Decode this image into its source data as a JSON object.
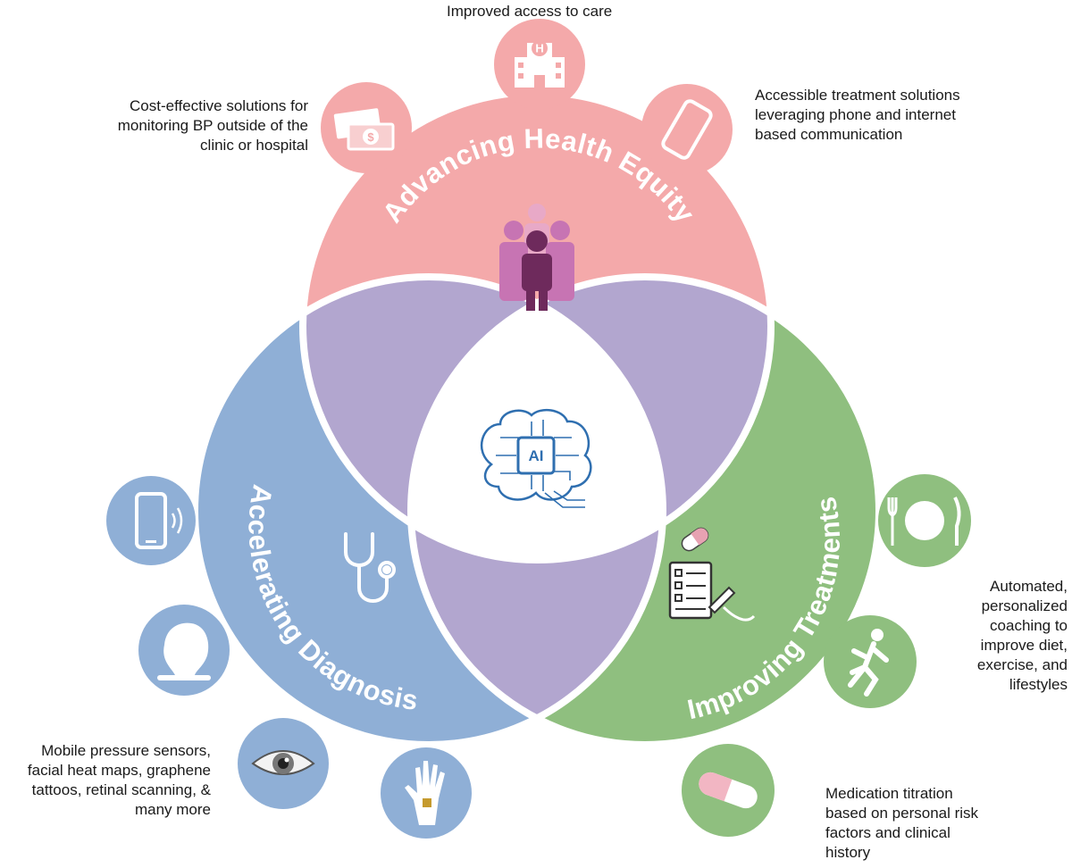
{
  "diagram": {
    "center": {
      "label": "AI",
      "icon": "ai-brain-icon"
    },
    "sections": [
      {
        "id": "equity",
        "title": "Advancing Health Equity",
        "color": "#f4a9aa",
        "center_icon": "people-group-icon"
      },
      {
        "id": "diagnosis",
        "title": "Accelerating Diagnosis",
        "color": "#8fafd6",
        "center_icon": "stethoscope-icon"
      },
      {
        "id": "treatments",
        "title": "Improving Treatments",
        "color": "#8fbf7f",
        "center_icon": "checklist-pill-icon"
      }
    ],
    "overlap_color": "#b2a6cf",
    "captions": {
      "equity_access": "Improved access to care",
      "equity_cost": "Cost-effective solutions for\nmonitoring BP outside of the\nclinic or hospital",
      "equity_phone": "Accessible treatment solutions\nleveraging phone and internet\nbased communication",
      "diagnosis": "Mobile pressure sensors,\nfacial heat maps, graphene\ntattoos, retinal scanning, &\nmany more",
      "treatment_coaching": "Automated,\npersonalized\ncoaching to\nimprove diet,\nexercise, and\nlifestyles",
      "treatment_medication": "Medication titration\nbased on personal risk\nfactors and clinical\nhistory"
    },
    "satellite_icons": {
      "equity": [
        "money-icon",
        "hospital-icon",
        "smartphone-icon"
      ],
      "diagnosis": [
        "vibrating-phone-icon",
        "head-silhouette-icon",
        "eye-icon",
        "hand-sensor-icon"
      ],
      "treatments": [
        "plate-utensils-icon",
        "runner-icon",
        "pill-capsule-icon"
      ]
    }
  }
}
